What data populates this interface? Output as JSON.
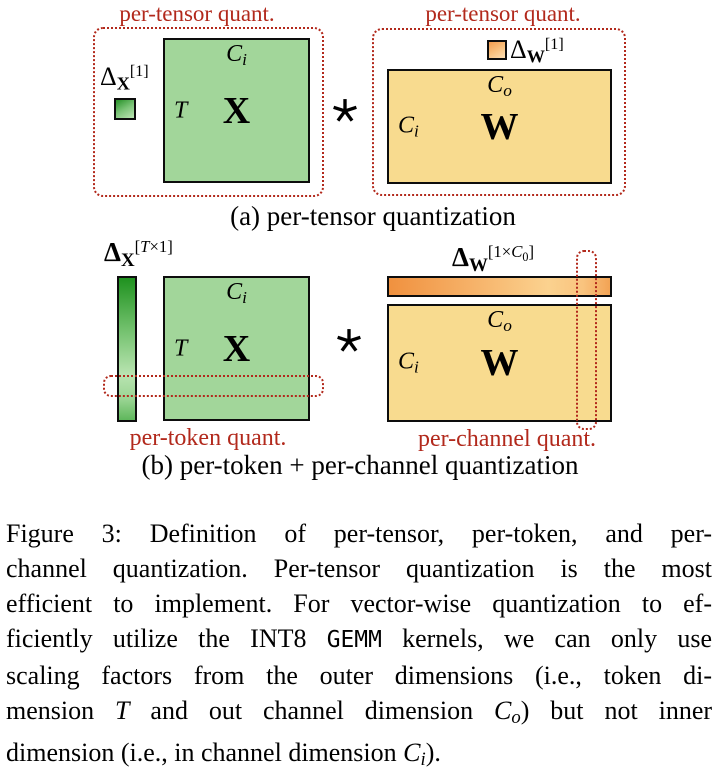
{
  "colors": {
    "accent_red": "#b2291c",
    "x_matrix_green": "#a2d69a",
    "w_matrix_yellow": "#f8db8f",
    "scale_green_dark": "#1f921f",
    "scale_green_light": "#b9e4b1",
    "scale_orange_dark": "#f0913f",
    "scale_orange_light": "#fbd28f",
    "border_black": "#0d0d0d"
  },
  "star_operator": "⋆",
  "panel_a": {
    "quant_label_left": "per-tensor quant.",
    "quant_label_right": "per-tensor quant.",
    "delta_x": [
      {
        "t": "Δ"
      },
      {
        "t": "X",
        "s": "sub"
      },
      {
        "t": "[1]",
        "s": "sup"
      }
    ],
    "delta_w": [
      {
        "t": "Δ"
      },
      {
        "t": "W",
        "s": "sub"
      },
      {
        "t": "[1]",
        "s": "sup"
      }
    ],
    "x_matrix": {
      "top": [
        {
          "t": "C",
          "s": "i"
        },
        {
          "t": "i",
          "s": "isub"
        }
      ],
      "side": [
        {
          "t": "T",
          "s": "i"
        }
      ],
      "name": "X"
    },
    "w_matrix": {
      "top": [
        {
          "t": "C",
          "s": "i"
        },
        {
          "t": "o",
          "s": "isub"
        }
      ],
      "side": [
        {
          "t": "C",
          "s": "i"
        },
        {
          "t": "i",
          "s": "isub"
        }
      ],
      "name": "W"
    },
    "caption": "(a) per-tensor quantization"
  },
  "panel_b": {
    "delta_x": [
      {
        "t": "Δ",
        "s": "b"
      },
      {
        "t": "X",
        "s": "sub"
      },
      {
        "t": "[",
        "s": "sup"
      },
      {
        "t": "T",
        "s": "supi"
      },
      {
        "t": "×1]",
        "s": "sup"
      }
    ],
    "delta_w": [
      {
        "t": "Δ",
        "s": "b"
      },
      {
        "t": "W",
        "s": "sub"
      },
      {
        "t": "[1×",
        "s": "sup"
      },
      {
        "t": "C",
        "s": "supi"
      },
      {
        "t": "0",
        "s": "supsub"
      },
      {
        "t": "]",
        "s": "sup"
      }
    ],
    "x_matrix": {
      "top": [
        {
          "t": "C",
          "s": "i"
        },
        {
          "t": "i",
          "s": "isub"
        }
      ],
      "side": [
        {
          "t": "T",
          "s": "i"
        }
      ],
      "name": "X"
    },
    "w_matrix": {
      "top": [
        {
          "t": "C",
          "s": "i"
        },
        {
          "t": "o",
          "s": "isub"
        }
      ],
      "side": [
        {
          "t": "C",
          "s": "i"
        },
        {
          "t": "i",
          "s": "isub"
        }
      ],
      "name": "W"
    },
    "token_label": "per-token quant.",
    "channel_label": "per-channel quant.",
    "caption": "(b) per-token + per-channel quantization"
  },
  "figure_caption": {
    "lines": [
      [
        {
          "t": "Figure 3:  Definition of per-tensor, per-token, and per-"
        }
      ],
      [
        {
          "t": "channel quantization.  Per-tensor quantization is the most"
        }
      ],
      [
        {
          "t": "efficient to implement. For vector-wise quantization to ef-"
        }
      ],
      [
        {
          "t": "ficiently utilize the INT8 "
        },
        {
          "t": "GEMM",
          "s": "mono"
        },
        {
          "t": " kernels, we can only use"
        }
      ],
      [
        {
          "t": "scaling factors from the outer dimensions (i.e., token di-"
        }
      ],
      [
        {
          "t": "mension "
        },
        {
          "t": "T",
          "s": "i"
        },
        {
          "t": " and out channel dimension "
        },
        {
          "t": "C",
          "s": "i"
        },
        {
          "t": "o",
          "s": "isub"
        },
        {
          "t": ") but not inner"
        }
      ],
      [
        {
          "t": "dimension (i.e., in channel dimension "
        },
        {
          "t": "C",
          "s": "i"
        },
        {
          "t": "i",
          "s": "isub"
        },
        {
          "t": ")."
        }
      ]
    ]
  }
}
